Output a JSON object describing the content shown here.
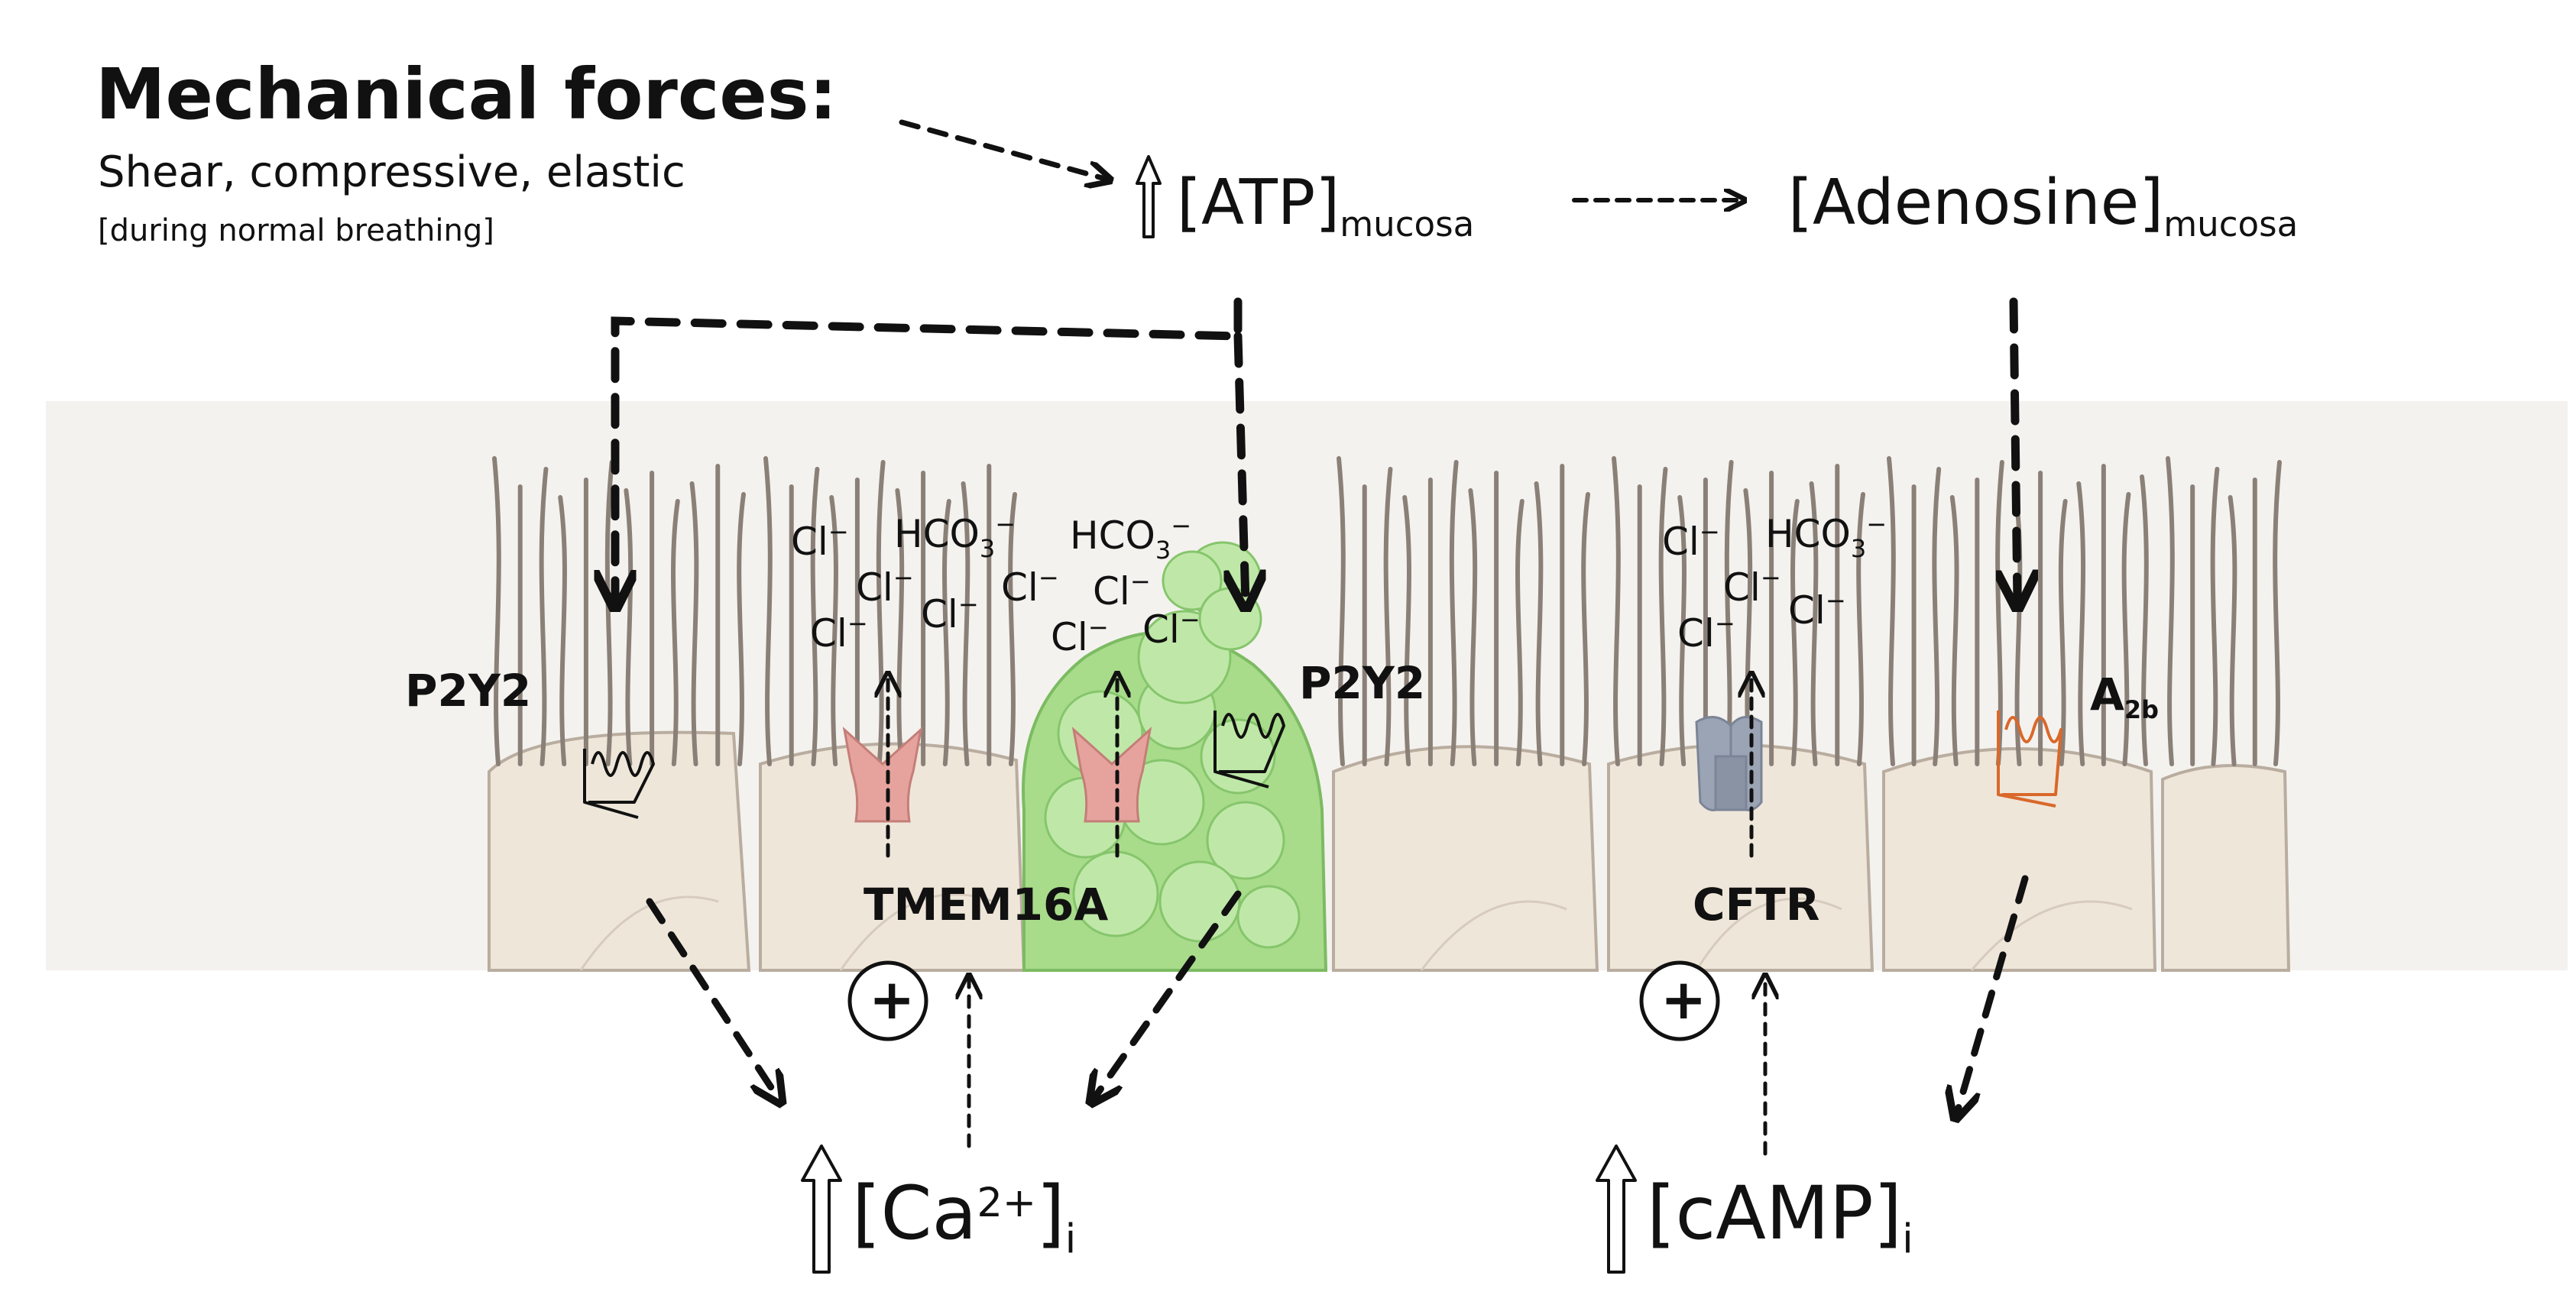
{
  "heading": {
    "title": "Mechanical forces:",
    "line1": "Shear, compressive, elastic",
    "line2": "[during normal breathing]"
  },
  "atp": {
    "text": "[ATP]",
    "sub": "mucosa"
  },
  "adenosine": {
    "text": "[Adenosine]",
    "sub": "mucosa"
  },
  "calcium": {
    "open": "[Ca",
    "sup": "2+",
    "close": "]",
    "sub": "i"
  },
  "camp": {
    "text": "[cAMP]",
    "sub": "i"
  },
  "receptors": {
    "p2y2_left": "P2Y2",
    "p2y2_right": "P2Y2",
    "a2b": "A",
    "a2b_sub": "2b"
  },
  "channels": {
    "tmem16a": "TMEM16A",
    "cftr": "CFTR"
  },
  "plus_sign": "+",
  "ions": {
    "cl": "Cl",
    "hco3": "HCO",
    "hco3_sub": "3",
    "minus": "−"
  },
  "colors": {
    "tissue_band": "#f4f2ef",
    "cell_fill": "#efe6da",
    "cilia": "#8a8078",
    "goblet": "#a8dc8a",
    "tmem16a": "#e6a39d",
    "cftr": "#9aa4b4",
    "a2b": "#d9682a",
    "ink": "#111111"
  }
}
